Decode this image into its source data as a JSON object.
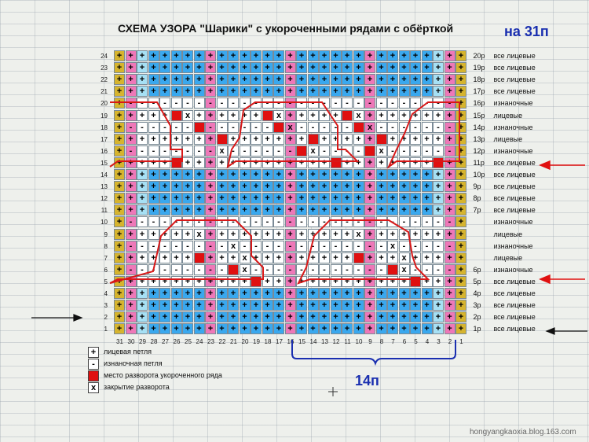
{
  "title": "СХЕМА УЗОРА \"Шарики\" с укороченными рядами  с обёрткой",
  "stitch_count": "на 31п",
  "brace_label": "14п",
  "watermark": "hongyangkaoxia.blog.163.com",
  "columns": [
    "31",
    "30",
    "29",
    "28",
    "27",
    "26",
    "25",
    "24",
    "23",
    "22",
    "21",
    "20",
    "19",
    "18",
    "17",
    "16",
    "15",
    "14",
    "13",
    "12",
    "11",
    "10",
    "9",
    "8",
    "7",
    "6",
    "5",
    "4",
    "3",
    "2",
    "1"
  ],
  "rows": [
    {
      "num": "24",
      "label": "20р",
      "desc": "все лицевые"
    },
    {
      "num": "23",
      "label": "19р",
      "desc": "все лицевые"
    },
    {
      "num": "22",
      "label": "18р",
      "desc": "все лицевые"
    },
    {
      "num": "21",
      "label": "17р",
      "desc": "все лицевые"
    },
    {
      "num": "20",
      "label": "16р",
      "desc": "изнаночные"
    },
    {
      "num": "19",
      "label": "15р",
      "desc": "лицевые"
    },
    {
      "num": "18",
      "label": "14р",
      "desc": "изнаночные"
    },
    {
      "num": "17",
      "label": "13р",
      "desc": "лицевые"
    },
    {
      "num": "16",
      "label": "12р",
      "desc": "изнаночные"
    },
    {
      "num": "15",
      "label": "11р",
      "desc": "все лицевые"
    },
    {
      "num": "14",
      "label": "10р",
      "desc": "все лицевые"
    },
    {
      "num": "13",
      "label": "9р",
      "desc": "все лицевые"
    },
    {
      "num": "12",
      "label": "8р",
      "desc": "все лицевые"
    },
    {
      "num": "11",
      "label": "7р",
      "desc": "все лицевые"
    },
    {
      "num": "10",
      "label": "",
      "desc": "изнаночные"
    },
    {
      "num": "9",
      "label": "",
      "desc": "лицевые"
    },
    {
      "num": "8",
      "label": "",
      "desc": "изнаночные"
    },
    {
      "num": "7",
      "label": "",
      "desc": "лицевые"
    },
    {
      "num": "6",
      "label": "6р",
      "desc": "изнаночные"
    },
    {
      "num": "5",
      "label": "5р",
      "desc": "все лицевые"
    },
    {
      "num": "4",
      "label": "4р",
      "desc": "все лицевые"
    },
    {
      "num": "3",
      "label": "3р",
      "desc": "все лицевые"
    },
    {
      "num": "2",
      "label": "2р",
      "desc": "все лицевые"
    },
    {
      "num": "1",
      "label": "1р",
      "desc": "все лицевые"
    }
  ],
  "legend": [
    {
      "symbol": "+",
      "text": "лицевая петля"
    },
    {
      "symbol": "-",
      "text": "изнаночная петля"
    },
    {
      "symbol": "",
      "text": "место разворота укороченного ряда",
      "fill": "#e01010"
    },
    {
      "symbol": "x",
      "text": "закрытие разворота"
    }
  ],
  "colors": {
    "edge": "#d6b42e",
    "pink": "#ee78b8",
    "blue": "#3aa8ee",
    "light": "#a6e0f4",
    "white": "#ffffff",
    "turn": "#e01010",
    "outline": "#d81818",
    "brace": "#1a2fb0",
    "arrow_red": "#e01010",
    "arrow_black": "#111111"
  },
  "symbols": {
    "knit": "+",
    "purl": "-",
    "close": "x"
  }
}
